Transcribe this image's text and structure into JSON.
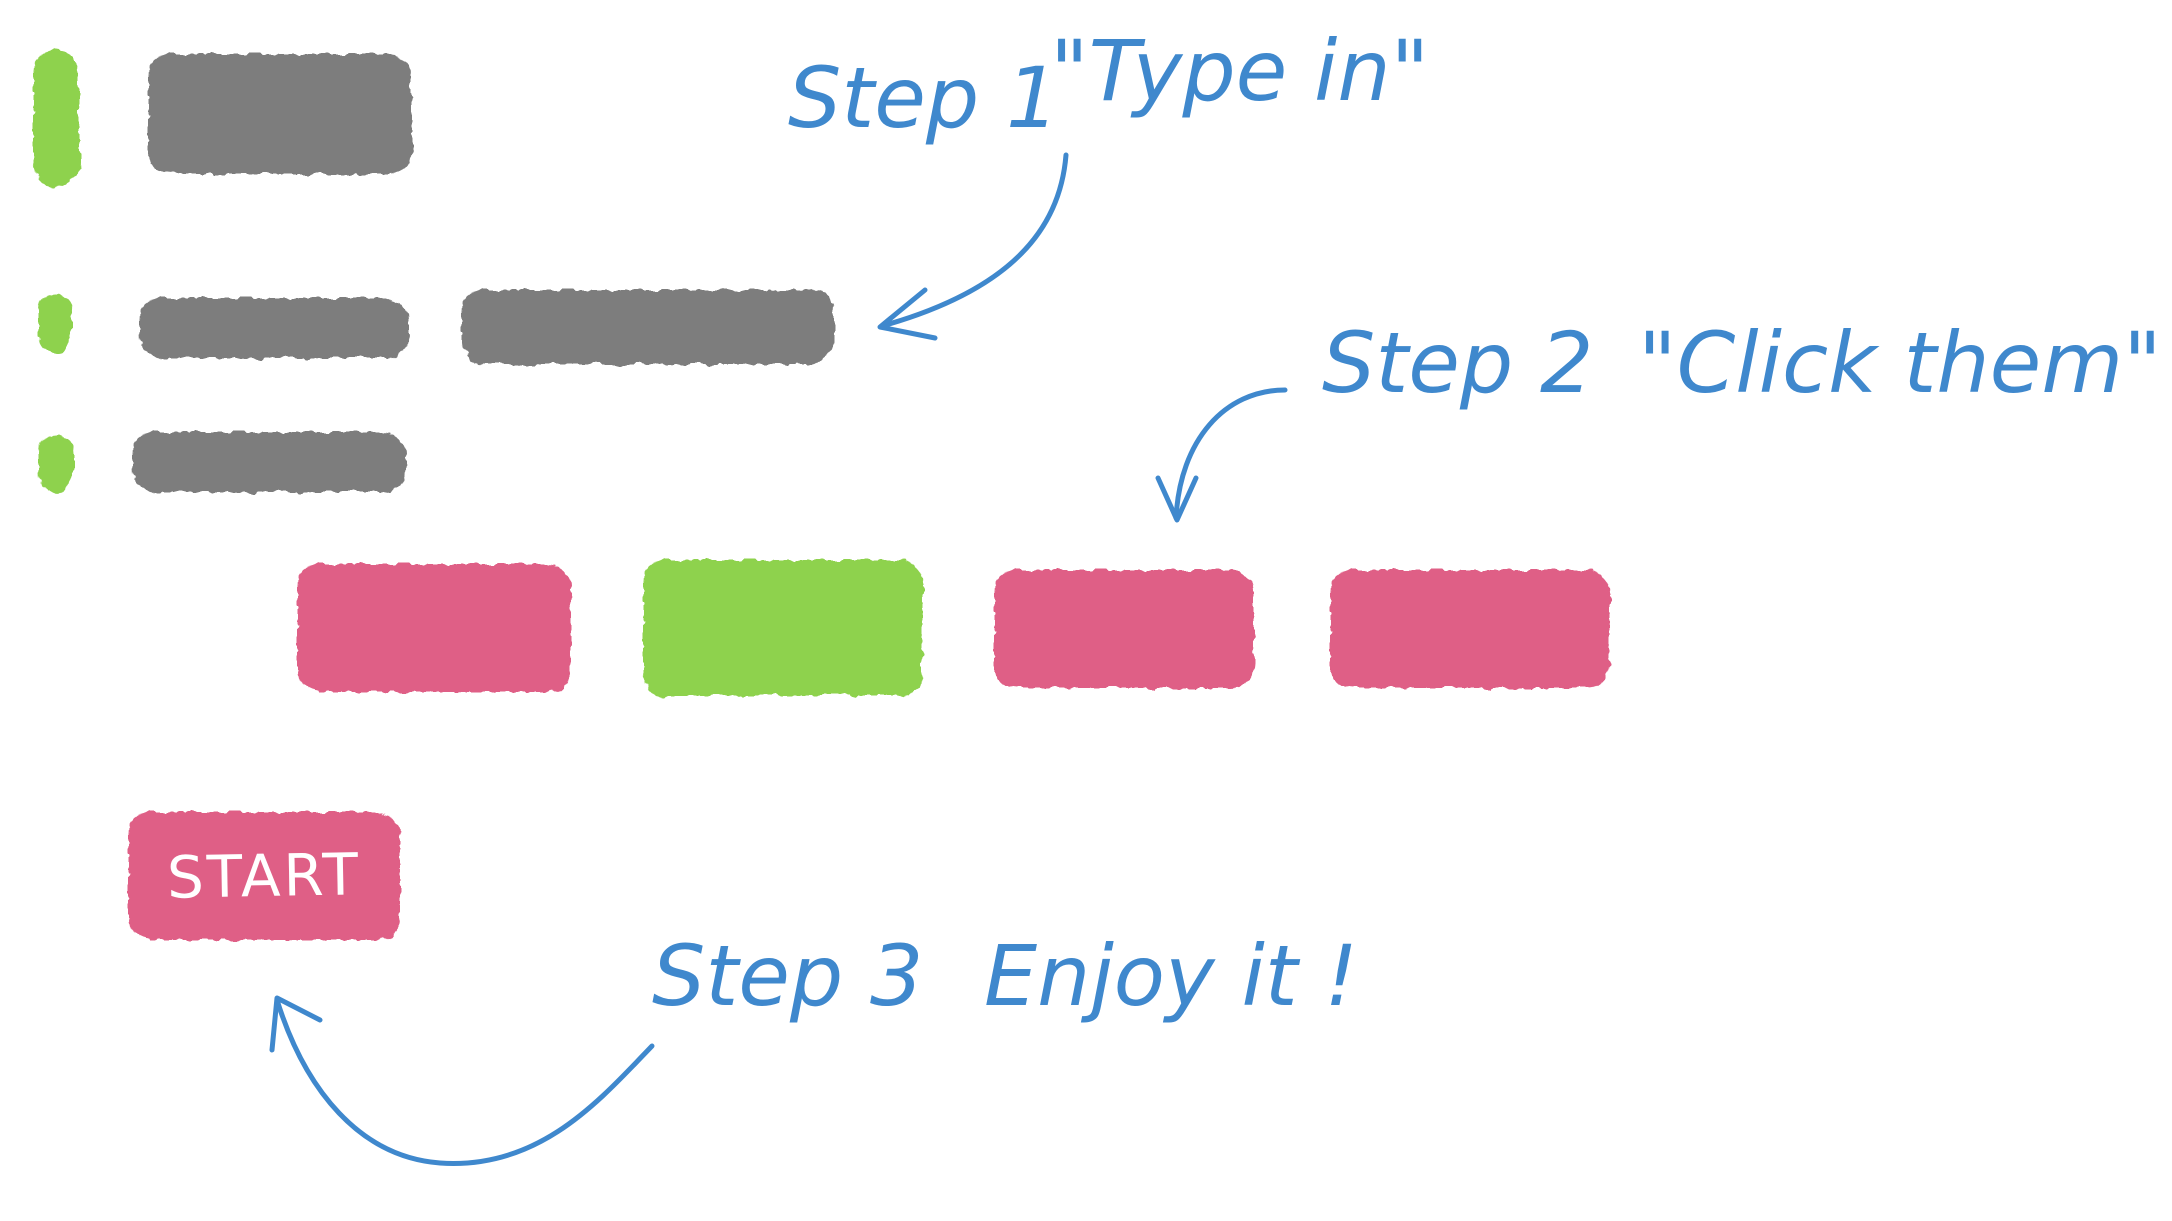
{
  "colors": {
    "annotation": "#3f88cd",
    "green": "#8ed24e",
    "gray": "#7d7d7d",
    "pink": "#df5f86",
    "white": "#ffffff"
  },
  "form": {
    "rows": [
      {
        "indicator": "green",
        "fields": 1
      },
      {
        "indicator": "green",
        "fields": 2
      },
      {
        "indicator": "green",
        "fields": 1
      }
    ],
    "choices": [
      {
        "color": "pink",
        "selected": false
      },
      {
        "color": "green",
        "selected": true
      },
      {
        "color": "pink",
        "selected": false
      },
      {
        "color": "pink",
        "selected": false
      }
    ],
    "start_label": "START"
  },
  "annotations": {
    "step1": {
      "title": "Step 1",
      "text": "\"Type in\""
    },
    "step2": {
      "title": "Step 2",
      "text": "\"Click them\""
    },
    "step3": {
      "title": "Step 3",
      "text": "Enjoy it !"
    },
    "arrow_icons": [
      "curved-arrow-icon",
      "curved-arrow-icon",
      "curved-arrow-icon"
    ]
  }
}
